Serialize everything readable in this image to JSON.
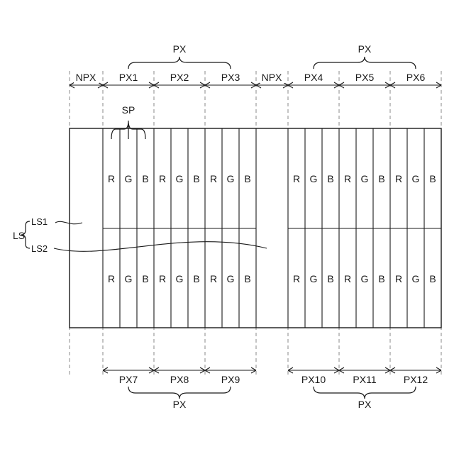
{
  "top_group_label_left": "PX",
  "top_group_label_right": "PX",
  "bottom_group_label_left": "PX",
  "bottom_group_label_right": "PX",
  "non_pixel_label": "NPX",
  "subpixel_label": "SP",
  "line_group_label": "LS",
  "line_labels": [
    "LS1",
    "LS2"
  ],
  "top_pixels": [
    "PX1",
    "PX2",
    "PX3",
    "PX4",
    "PX5",
    "PX6"
  ],
  "bottom_pixels": [
    "PX7",
    "PX8",
    "PX9",
    "PX10",
    "PX11",
    "PX12"
  ],
  "subpixel_colors": [
    "R",
    "G",
    "B"
  ]
}
